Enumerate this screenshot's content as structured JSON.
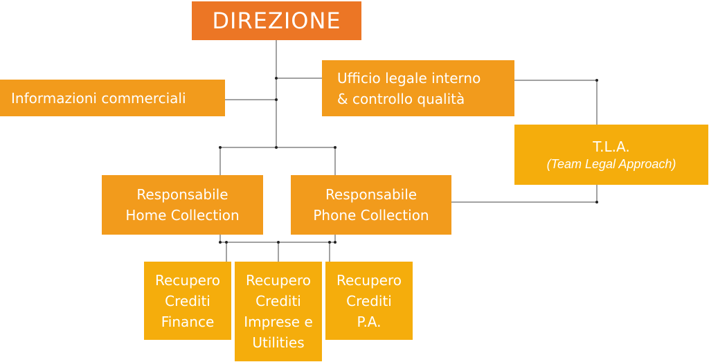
{
  "boxes": {
    "direzione": "DIREZIONE",
    "informazioni": "Informazioni commerciali",
    "ufficio_legale": "Ufficio legale interno\n& controllo qualità",
    "tla": {
      "title": "T.L.A.",
      "subtitle": "(Team Legal Approach)"
    },
    "home_collection": "Responsabile\nHome Collection",
    "phone_collection": "Responsabile\nPhone Collection",
    "recupero_finance": "Recupero\nCrediti\nFinance",
    "recupero_imprese": "Recupero\nCrediti\nImprese e\nUtilities",
    "recupero_pa": "Recupero\nCrediti\nP.A."
  },
  "colors": {
    "direzione": "#ec7625",
    "primary_box": "#f29b1c",
    "secondary_box": "#f5ad0c",
    "connector": "#333333"
  }
}
